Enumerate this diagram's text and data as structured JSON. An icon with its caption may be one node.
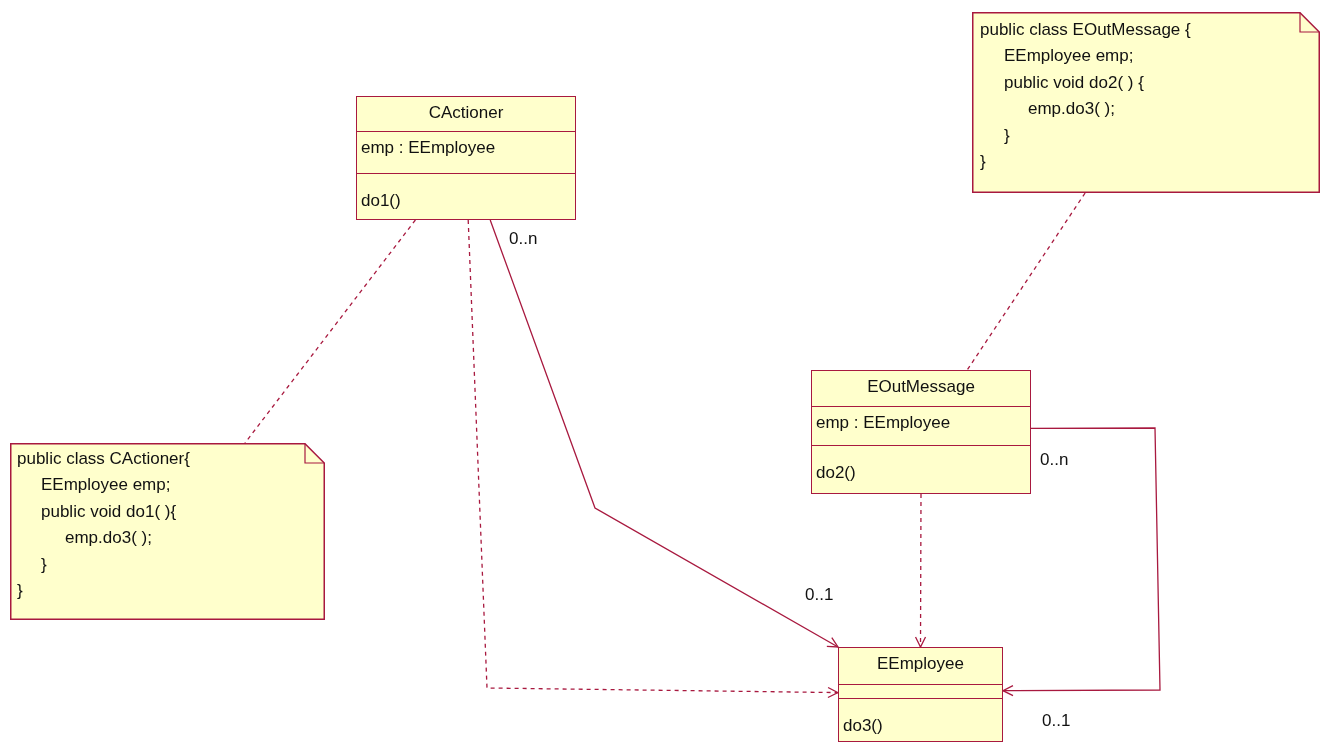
{
  "diagram": {
    "nodes": [
      {
        "text": [
          "public class EOutMessage {",
          "EEmployee emp;",
          "public void do2( ) {",
          "emp.do3( );",
          "}",
          "}"
        ]
      },
      {
        "text": [
          "CActioner",
          "emp : EEmployee",
          "do1()"
        ]
      },
      {
        "text": [
          "EOutMessage",
          "emp : EEmployee",
          "do2()"
        ]
      },
      {
        "text": [
          "public class CActioner{",
          "EEmployee emp;",
          "public void do1( ){",
          "emp.do3( );",
          "}",
          "}"
        ]
      },
      {
        "text": [
          "EEmployee",
          "do3()"
        ]
      }
    ],
    "edges": [
      {
        "from": 1,
        "to": 3,
        "arrow": "none",
        "style": "dashed"
      },
      {
        "from": 1,
        "to": 4,
        "arrow": "to"
      },
      {
        "from": 1,
        "to": 4,
        "arrow": "to",
        "style": "dashed"
      },
      {
        "from": 0,
        "to": 2,
        "arrow": "none",
        "style": "dashed"
      },
      {
        "from": 2,
        "to": 4,
        "arrow": "to",
        "style": "dashed"
      },
      {
        "from": 2,
        "to": 4,
        "arrow": "to"
      }
    ],
    "labels": [
      "0..n",
      "0..n",
      "0..1",
      "0..1"
    ]
  }
}
